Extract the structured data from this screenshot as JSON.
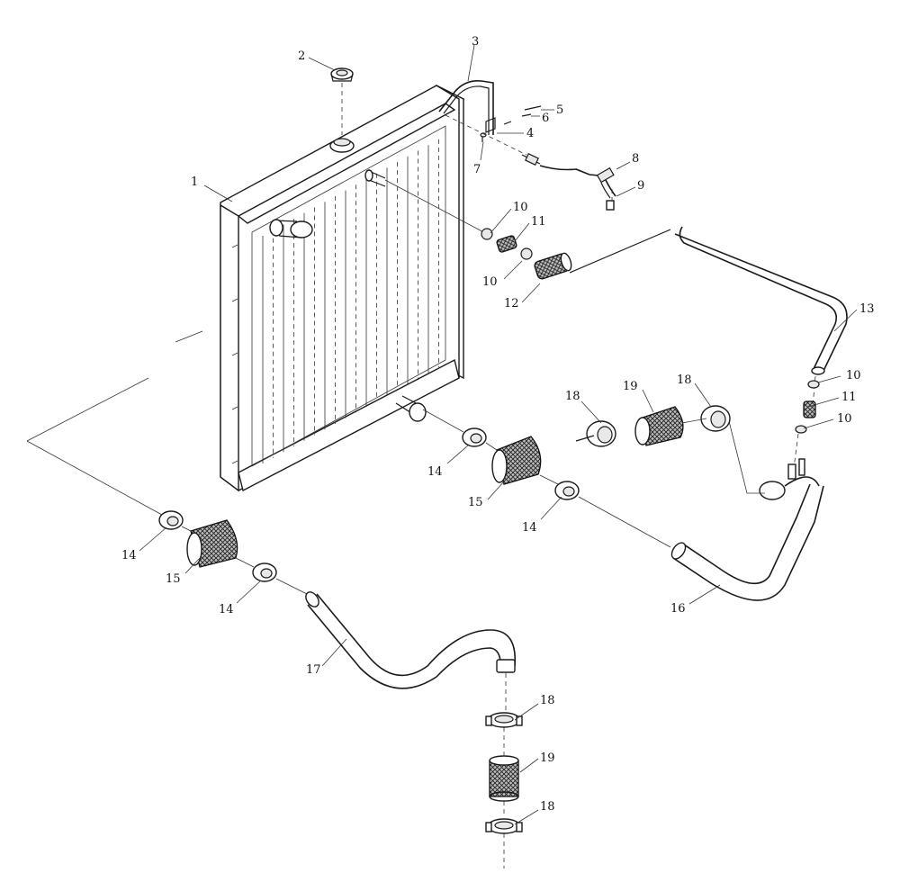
{
  "callouts": [
    {
      "id": "c1",
      "text": "1"
    },
    {
      "id": "c2",
      "text": "2"
    },
    {
      "id": "c3",
      "text": "3"
    },
    {
      "id": "c4",
      "text": "4"
    },
    {
      "id": "c5",
      "text": "5"
    },
    {
      "id": "c6",
      "text": "6"
    },
    {
      "id": "c7",
      "text": "7"
    },
    {
      "id": "c8",
      "text": "8"
    },
    {
      "id": "c9",
      "text": "9"
    },
    {
      "id": "c10a",
      "text": "10"
    },
    {
      "id": "c10b",
      "text": "10"
    },
    {
      "id": "c10c",
      "text": "10"
    },
    {
      "id": "c10d",
      "text": "10"
    },
    {
      "id": "c11a",
      "text": "11"
    },
    {
      "id": "c11b",
      "text": "11"
    },
    {
      "id": "c12",
      "text": "12"
    },
    {
      "id": "c13",
      "text": "13"
    },
    {
      "id": "c14a",
      "text": "14"
    },
    {
      "id": "c14b",
      "text": "14"
    },
    {
      "id": "c14c",
      "text": "14"
    },
    {
      "id": "c14d",
      "text": "14"
    },
    {
      "id": "c15a",
      "text": "15"
    },
    {
      "id": "c15b",
      "text": "15"
    },
    {
      "id": "c16",
      "text": "16"
    },
    {
      "id": "c17",
      "text": "17"
    },
    {
      "id": "c18a",
      "text": "18"
    },
    {
      "id": "c18b",
      "text": "18"
    },
    {
      "id": "c18c",
      "text": "18"
    },
    {
      "id": "c18d",
      "text": "18"
    },
    {
      "id": "c19a",
      "text": "19"
    },
    {
      "id": "c19b",
      "text": "19"
    }
  ]
}
